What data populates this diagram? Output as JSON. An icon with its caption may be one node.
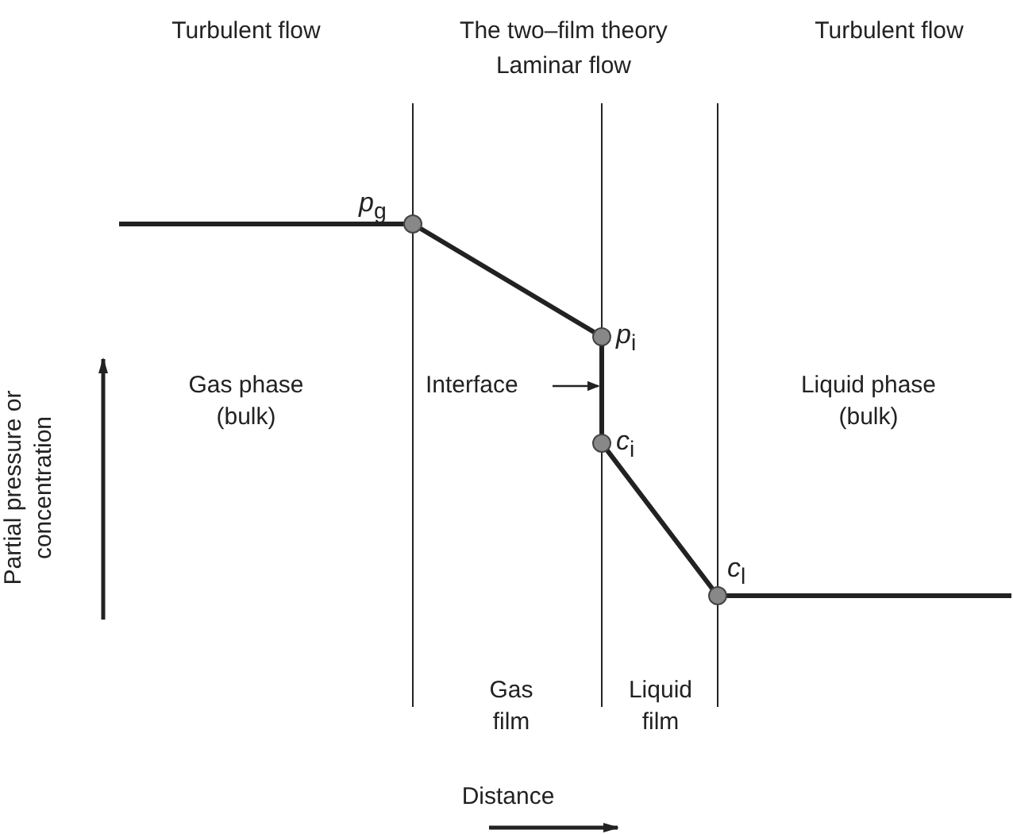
{
  "diagram": {
    "title": "The two–film theory",
    "nodes": [
      {
        "text": [
          "Interface"
        ]
      },
      {
        "text": [],
        "shape": "line"
      }
    ],
    "edges": [
      {
        "from": 0,
        "to": 1,
        "arrow": "to"
      }
    ],
    "labels": [
      "Turbulent flow",
      "Laminar flow",
      "Turbulent flow",
      "*p*$_{g}$",
      "Gas phase (bulk)",
      "*p*$_{i}$",
      "Liquid phase (bulk)",
      "*c*$_{i}$",
      "*c*$_{l}$",
      "Partial pressure or concentration",
      "Gas film",
      "Liquid film",
      "Distance"
    ]
  }
}
